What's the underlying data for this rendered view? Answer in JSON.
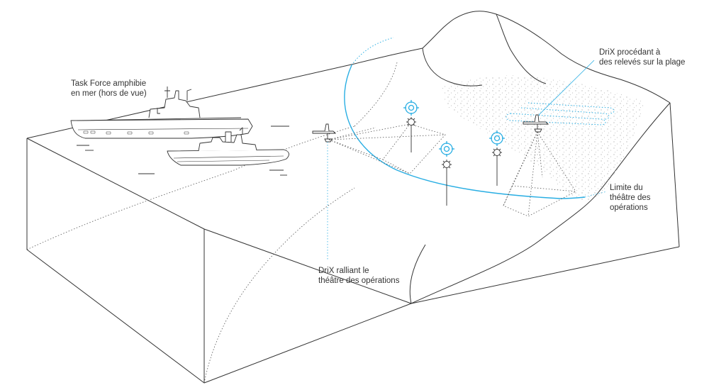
{
  "annotations": {
    "task_force": {
      "line1": "Task Force amphibie",
      "line2": "en mer (hors de vue)"
    },
    "drix_beach": {
      "line1": "DriX procédant à",
      "line2": "des relevés sur la plage"
    },
    "theatre_limit": {
      "line1": "Limite du",
      "line2": "théâtre des",
      "line3": "opérations"
    },
    "drix_rallying": {
      "line1": "DriX ralliant le",
      "line2": "théâtre des opérations"
    }
  },
  "colors": {
    "outline": "#333333",
    "accent": "#29aee3",
    "sand": "#b9b9b9"
  },
  "icons": [
    "amphibious-ship-icon",
    "frigate-icon",
    "drix-drone-icon",
    "target-icon",
    "naval-mine-icon"
  ]
}
